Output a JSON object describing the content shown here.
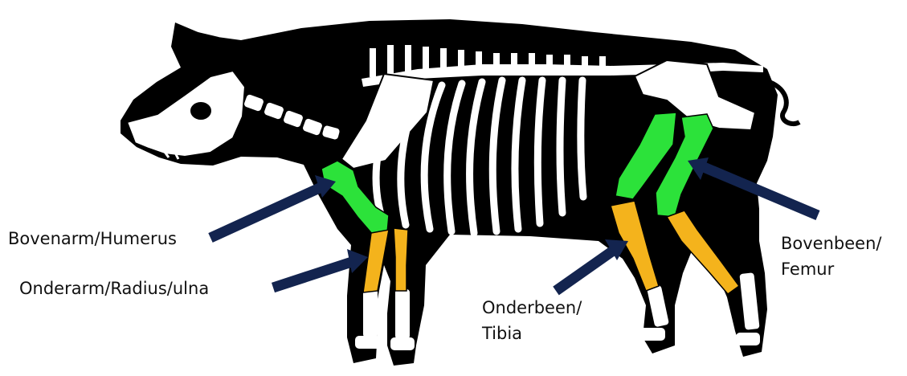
{
  "colors": {
    "background": "#ffffff",
    "silhouette": "#000000",
    "bone_white": "#ffffff",
    "highlight_green": "#2ce23a",
    "highlight_orange": "#f4b31c",
    "arrow_navy": "#13244f",
    "label_text": "#111111"
  },
  "labels": {
    "humerus": "Bovenarm/Humerus",
    "radius_ulna": "Onderarm/Radius/ulna",
    "tibia_line1": "Onderbeen/",
    "tibia_line2": "Tibia",
    "femur_line1": "Bovenbeen/",
    "femur_line2": "Femur"
  }
}
